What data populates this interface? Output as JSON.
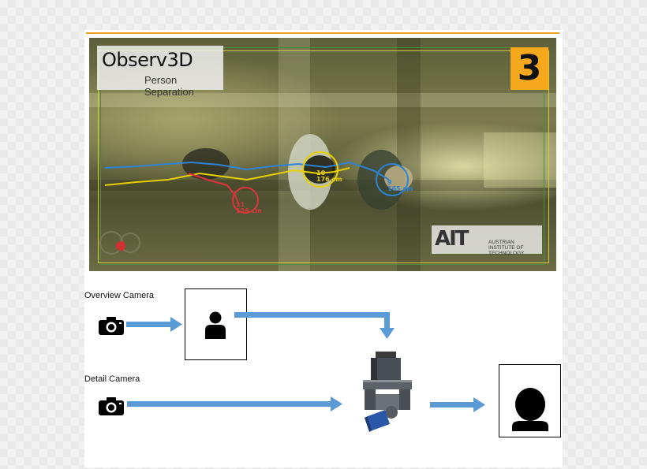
{
  "video_frame": {
    "logo_title": "Observ3D",
    "logo_subtitle": "Person Separation",
    "step_number": "3",
    "institution_mark": "AIT",
    "institution_name": "AUSTRIAN INSTITUTE OF TECHNOLOGY",
    "tracks": [
      {
        "id": "11",
        "height": "126 cm",
        "color": "#e0343c"
      },
      {
        "id": "10",
        "height": "176 cm",
        "color": "#e8d000"
      },
      {
        "id": "9",
        "height": "165 cm",
        "color": "#2d83d6"
      }
    ]
  },
  "diagram": {
    "overview_camera_label": "Overview Camera",
    "detail_camera_label": "Detail Camera",
    "arrow_color": "#5b9bd5",
    "icons": {
      "overview_camera": "camera-icon",
      "detail_camera": "camera-icon",
      "person_in_overview": "person-icon",
      "pan_tilt_unit": "pan-tilt-camera-icon",
      "face_output": "face-silhouette-icon"
    }
  }
}
